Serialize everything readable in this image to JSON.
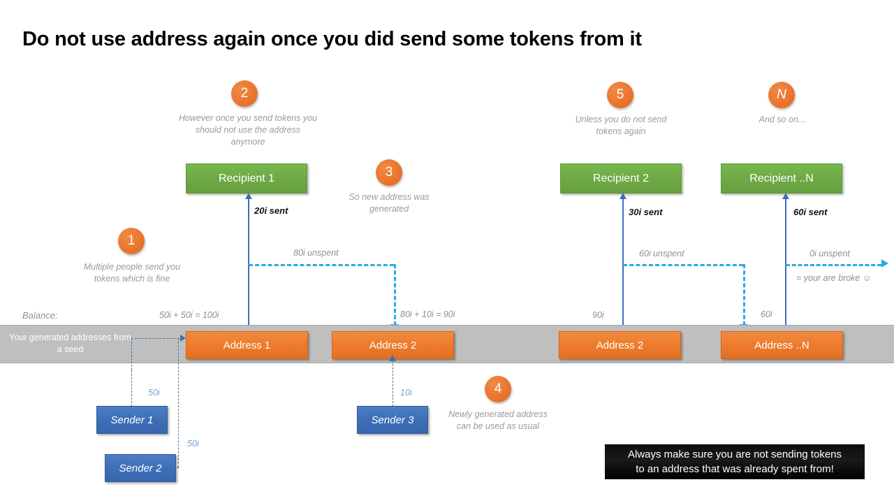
{
  "title": "Do not use address again once you did send some tokens from it",
  "colors": {
    "orange": "#ED7D31",
    "green": "#70AD47",
    "blue": "#3B6FB6",
    "cyan": "#29ABE2",
    "band_gray": "#BFBFBF",
    "muted_text": "#8F8F8F"
  },
  "callouts": [
    {
      "marker": "1",
      "text": "Multiple people send you tokens which is fine"
    },
    {
      "marker": "2",
      "text": "However once you send tokens you should not use the address anymore"
    },
    {
      "marker": "3",
      "text": "So new address was generated"
    },
    {
      "marker": "4",
      "text": "Newly generated address can be used as usual"
    },
    {
      "marker": "5",
      "text": "Unless you do not send tokens again"
    },
    {
      "marker": "N",
      "text": "And so on..."
    }
  ],
  "recipients": [
    {
      "label": "Recipient 1",
      "sent": "20i sent"
    },
    {
      "label": "Recipient 2",
      "sent": "30i sent"
    },
    {
      "label": "Recipient ..N",
      "sent": "60i sent"
    }
  ],
  "addresses": [
    {
      "label": "Address 1"
    },
    {
      "label": "Address 2"
    },
    {
      "label": "Address 2"
    },
    {
      "label": "Address ..N"
    }
  ],
  "senders": [
    {
      "label": "Sender 1",
      "amount": "50i"
    },
    {
      "label": "Sender 2",
      "amount": "50i"
    },
    {
      "label": "Sender 3",
      "amount": "10i"
    }
  ],
  "band": {
    "label": "Your generated addresses from a seed"
  },
  "balance": {
    "label": "Balance:",
    "values": [
      "50i + 50i = 100i",
      "80i + 10i = 90i",
      "90i",
      "60i"
    ]
  },
  "unspent": [
    {
      "label": "80i unspent"
    },
    {
      "label": "60i unspent"
    },
    {
      "label": "0i unspent",
      "note": "= your are broke ☺"
    }
  ],
  "warning": {
    "line1": "Always make sure you are not sending tokens",
    "line2": "to an address that was already spent from!"
  }
}
